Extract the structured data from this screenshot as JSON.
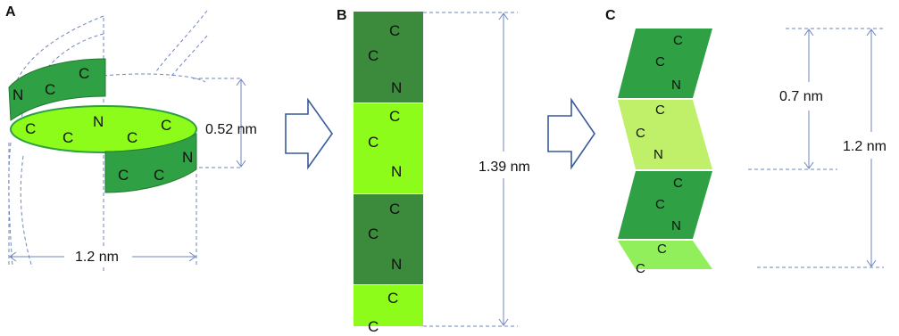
{
  "panels": {
    "a": {
      "label": "A",
      "height_label": "0.52 nm",
      "width_label": "1.2 nm",
      "atoms": [
        "N",
        "C",
        "C",
        "C",
        "C",
        "N",
        "C",
        "C",
        "C",
        "C",
        "N"
      ]
    },
    "b": {
      "label": "B",
      "length_label": "1.39 nm",
      "segments": [
        {
          "atoms": [
            "C",
            "C",
            "N"
          ]
        },
        {
          "atoms": [
            "C",
            "C",
            "N"
          ]
        },
        {
          "atoms": [
            "C",
            "C",
            "N"
          ]
        },
        {
          "atoms": [
            "C",
            "C"
          ]
        }
      ]
    },
    "c": {
      "label": "C",
      "pitch_label": "0.7 nm",
      "length_label": "1.2 nm",
      "segments": [
        {
          "atoms": [
            "C",
            "C",
            "N"
          ]
        },
        {
          "atoms": [
            "C",
            "C",
            "N"
          ]
        },
        {
          "atoms": [
            "C",
            "C",
            "N"
          ]
        },
        {
          "atoms": [
            "C",
            "C"
          ]
        }
      ]
    }
  },
  "colors": {
    "dark_green": "#2fa043",
    "mid_green": "#3c8b3c",
    "light_green": "#8efc1a",
    "yellow_green": "#c0f06a",
    "pale_green": "#90ef5a",
    "guide_blue": "#6f86bf",
    "arrow_blue": "#3a5a99"
  }
}
